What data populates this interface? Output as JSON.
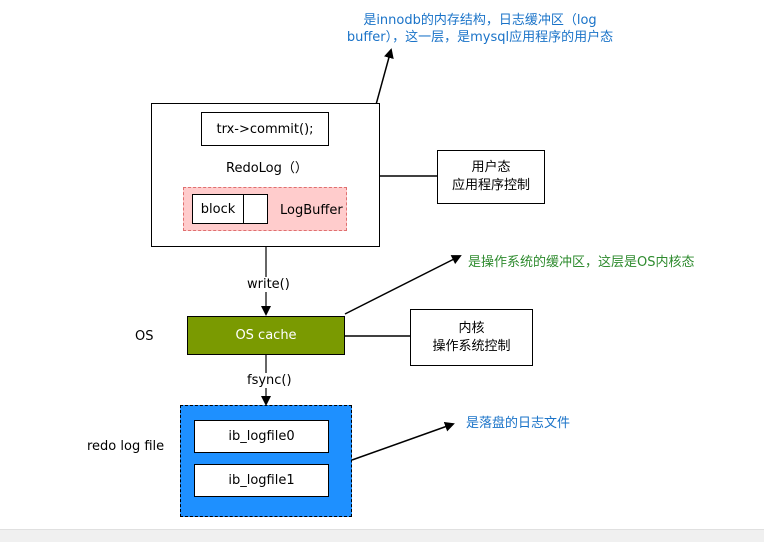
{
  "notes": {
    "user_buffer_line1": "是innodb的内存结构，日志缓冲区（log",
    "user_buffer_line2": "buffer），这一层，是mysql应用程序的用户态",
    "os_buffer": "是操作系统的缓冲区，这层是OS内核态",
    "disk_files": "是落盘的日志文件"
  },
  "app": {
    "trx_commit": "trx->commit();",
    "redolog_call": "RedoLog（）",
    "block": "block",
    "logbuffer": "LogBuffer"
  },
  "labels": {
    "user_mode_line1": "用户态",
    "user_mode_line2": "应用程序控制",
    "write": "write()",
    "os": "OS",
    "os_cache": "OS cache",
    "kernel_line1": "内核",
    "kernel_line2": "操作系统控制",
    "fsync": "fsync()",
    "redo_log_file": "redo log file",
    "logfile0": "ib_logfile0",
    "logfile1": "ib_logfile1"
  },
  "colors": {
    "blue_note": "#1a73c8",
    "green_note": "#2e8b2e",
    "os_cache_fill": "#7a9a01",
    "logbuffer_fill": "#ffcccc",
    "logbuffer_border": "#e07070",
    "redo_file_fill": "#1e90ff"
  }
}
